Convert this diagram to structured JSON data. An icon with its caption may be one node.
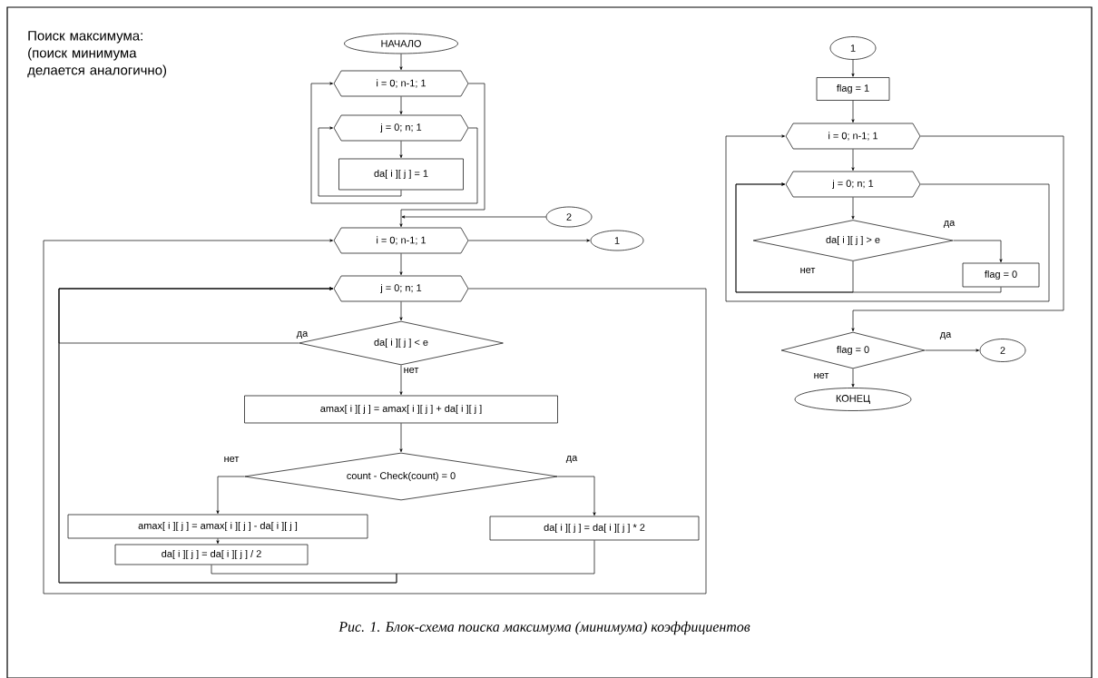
{
  "diagram": {
    "caption": "Рис. 1. Блок-схема поиска максимума (минимума) коэффициентов",
    "nodes": [
      {
        "text": [
          "НАЧАЛО"
        ]
      },
      {
        "text": [
          "i = 0; n-1; 1"
        ]
      },
      {
        "text": [
          "j = 0; n; 1"
        ]
      },
      {
        "text": [
          "da[ i ][ j ] = 1"
        ]
      },
      {
        "text": [
          "2"
        ]
      },
      {
        "text": [
          "i = 0; n-1; 1"
        ]
      },
      {
        "text": [
          "1"
        ]
      },
      {
        "text": [
          "j = 0; n; 1"
        ]
      },
      {
        "text": [
          "da[ i ][ j ] < e"
        ]
      },
      {
        "text": [
          "amax[ i ][ j ] = amax[ i ][ j ] + da[ i ][ j ]"
        ]
      },
      {
        "text": [
          "count - Check(count) = 0"
        ]
      },
      {
        "text": [
          "amax[ i ][ j ] = amax[ i ][ j ] - da[ i ][ j ]"
        ]
      },
      {
        "text": [
          "da[ i ][ j ] = da[ i ][ j ] * 2"
        ]
      },
      {
        "text": [
          "da[ i ][ j ] = da[ i ][ j ] / 2"
        ]
      },
      {
        "text": [
          "1"
        ]
      },
      {
        "text": [
          "flag = 1"
        ]
      },
      {
        "text": [
          "i = 0; n-1; 1"
        ]
      },
      {
        "text": [
          "j = 0; n; 1"
        ]
      },
      {
        "text": [
          "da[ i ][ j ] > e"
        ]
      },
      {
        "text": [
          "flag = 0"
        ]
      },
      {
        "text": [
          "flag = 0"
        ]
      },
      {
        "text": [
          "2"
        ]
      },
      {
        "text": [
          "КОНЕЦ"
        ]
      }
    ],
    "edges": [
      {
        "from": 0,
        "to": 1,
        "arrow": "to"
      },
      {
        "from": 1,
        "to": 2,
        "arrow": "to"
      },
      {
        "from": 2,
        "to": 3,
        "arrow": "to"
      },
      {
        "from": 3,
        "to": 2,
        "arrow": "to"
      },
      {
        "from": 2,
        "to": 1,
        "arrow": "to"
      },
      {
        "from": 1,
        "to": 5,
        "arrow": "to"
      },
      {
        "from": 4,
        "to": 5,
        "arrow": "to"
      },
      {
        "from": 5,
        "to": 6,
        "arrow": "to"
      },
      {
        "from": 5,
        "to": 7,
        "arrow": "to"
      },
      {
        "from": 7,
        "to": 8,
        "arrow": "to"
      },
      {
        "from": 8,
        "to": 9,
        "arrow": "to",
        "label": "нет"
      },
      {
        "from": 8,
        "to": 7,
        "arrow": "to",
        "label": "да"
      },
      {
        "from": 9,
        "to": 10,
        "arrow": "to"
      },
      {
        "from": 10,
        "to": 11,
        "arrow": "to",
        "label": "нет"
      },
      {
        "from": 10,
        "to": 12,
        "arrow": "to",
        "label": "да"
      },
      {
        "from": 11,
        "to": 13,
        "arrow": "to"
      },
      {
        "from": 13,
        "to": 7,
        "arrow": "to"
      },
      {
        "from": 12,
        "to": 7,
        "arrow": "to"
      },
      {
        "from": 7,
        "to": 5,
        "arrow": "to"
      },
      {
        "from": 14,
        "to": 15,
        "arrow": "to"
      },
      {
        "from": 15,
        "to": 16,
        "arrow": "to"
      },
      {
        "from": 16,
        "to": 17,
        "arrow": "to"
      },
      {
        "from": 17,
        "to": 18,
        "arrow": "to"
      },
      {
        "from": 18,
        "to": 19,
        "arrow": "to",
        "label": "да"
      },
      {
        "from": 18,
        "to": 17,
        "arrow": "to",
        "label": "нет"
      },
      {
        "from": 19,
        "to": 17,
        "arrow": "to"
      },
      {
        "from": 17,
        "to": 16,
        "arrow": "to"
      },
      {
        "from": 16,
        "to": 20,
        "arrow": "to"
      },
      {
        "from": 20,
        "to": 21,
        "arrow": "to",
        "label": "да"
      },
      {
        "from": 20,
        "to": 22,
        "arrow": "to",
        "label": "нет"
      }
    ],
    "labels": [
      "Поиск максимума: (поиск минимума делается аналогично)"
    ]
  }
}
